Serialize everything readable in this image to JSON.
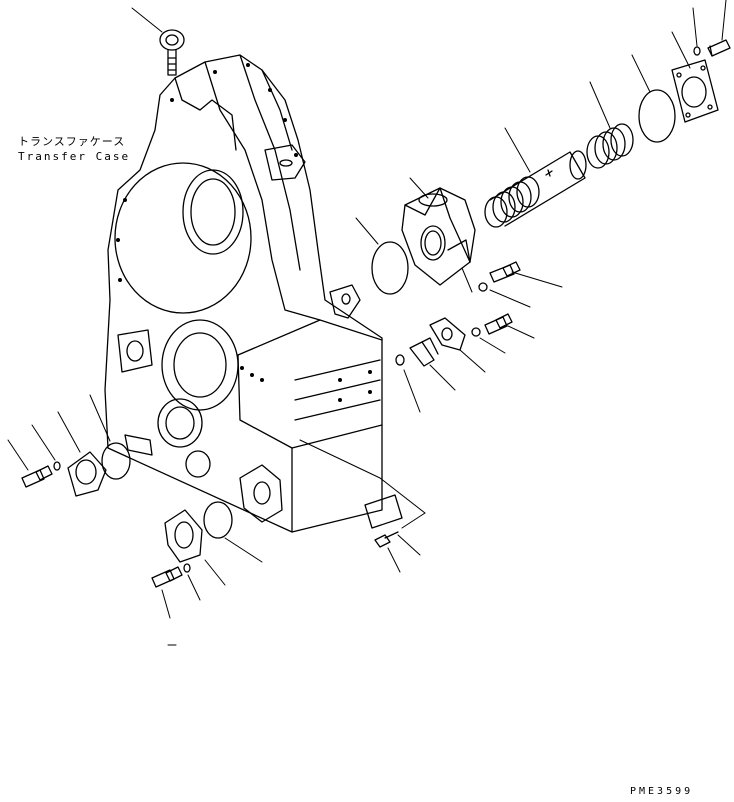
{
  "labels": {
    "part_name_jp": "トランスファケース",
    "part_name_en": "Transfer Case",
    "drawing_code": "PME3599"
  },
  "colors": {
    "line": "#000000",
    "background": "#ffffff"
  }
}
